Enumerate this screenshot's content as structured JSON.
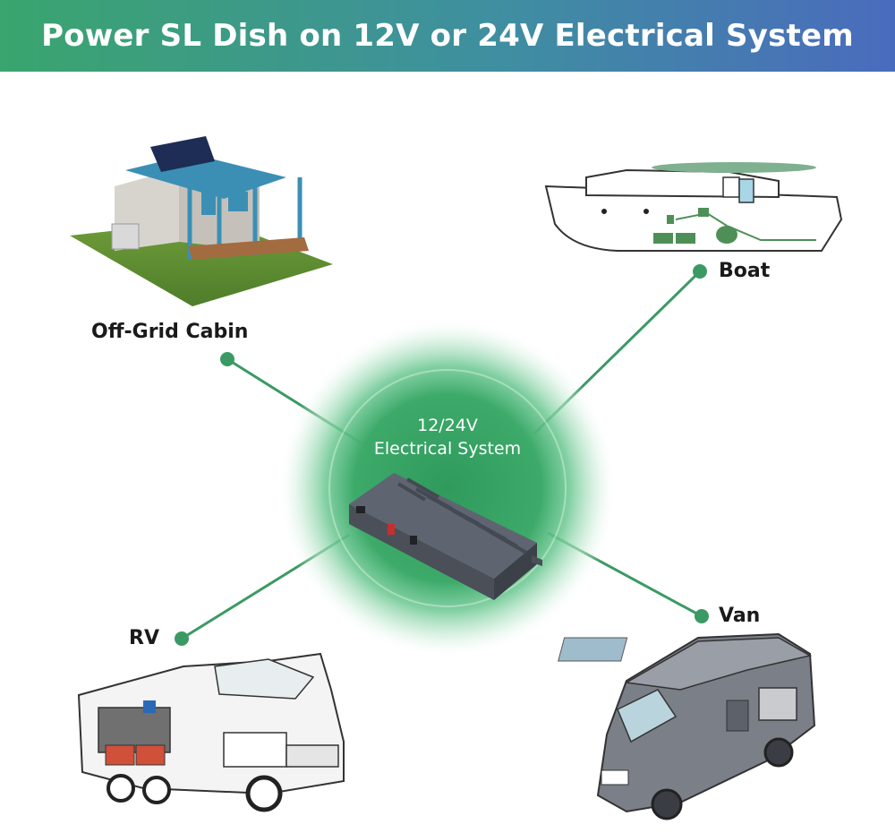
{
  "banner": {
    "title": "Power SL Dish on 12V or 24V Electrical System"
  },
  "center": {
    "line1": "12/24V",
    "line2": "Electrical System",
    "icon": "power-supply-device"
  },
  "nodes": {
    "cabin": {
      "label": "Off-Grid Cabin"
    },
    "boat": {
      "label": "Boat"
    },
    "rv": {
      "label": "RV"
    },
    "van": {
      "label": "Van"
    }
  },
  "colors": {
    "banner_start": "#3aa56e",
    "banner_end": "#4a6bbd",
    "connector": "#3b9a63",
    "glow": "#4cc07f"
  }
}
